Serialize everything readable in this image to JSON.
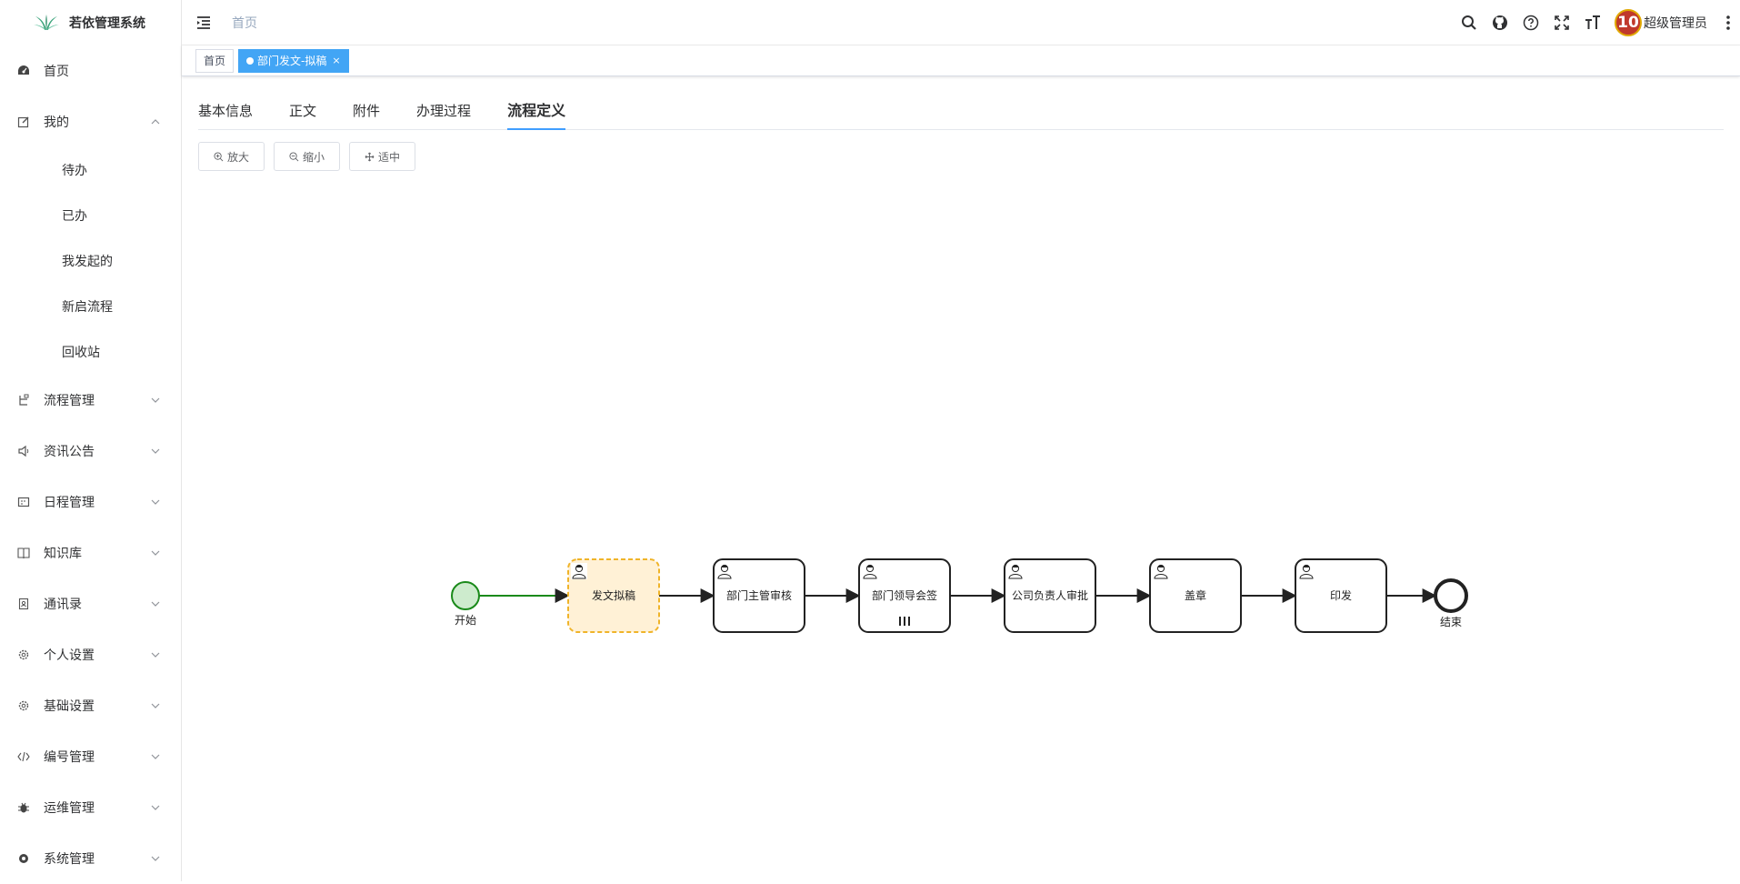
{
  "app": {
    "title": "若依管理系统"
  },
  "sidebar": {
    "home": "首页",
    "mine": {
      "label": "我的",
      "children": [
        "待办",
        "已办",
        "我发起的",
        "新启流程",
        "回收站"
      ]
    },
    "groups": [
      "流程管理",
      "资讯公告",
      "日程管理",
      "知识库",
      "通讯录",
      "个人设置",
      "基础设置",
      "编号管理",
      "运维管理",
      "系统管理"
    ]
  },
  "header": {
    "breadcrumb": "首页",
    "user_name": "超级管理员",
    "avatar_text": "10"
  },
  "tags": [
    {
      "label": "首页",
      "active": false
    },
    {
      "label": "部门发文-拟稿",
      "active": true,
      "close": "×"
    }
  ],
  "tabs": [
    "基本信息",
    "正文",
    "附件",
    "办理过程",
    "流程定义"
  ],
  "active_tab": "流程定义",
  "toolbar": {
    "zoom_in": "放大",
    "zoom_out": "缩小",
    "fit": "适中"
  },
  "flow": {
    "start_label": "开始",
    "end_label": "结束",
    "tasks": [
      "发文拟稿",
      "部门主管审核",
      "部门领导会签",
      "公司负责人审批",
      "盖章",
      "印发"
    ],
    "current_task": "发文拟稿",
    "multi_instance_task": "部门领导会签",
    "colors": {
      "current_fill": "#fff1d6",
      "current_stroke": "#f0b429",
      "done_flow": "#1a8a1a",
      "start_fill": "#cdebcd"
    }
  }
}
